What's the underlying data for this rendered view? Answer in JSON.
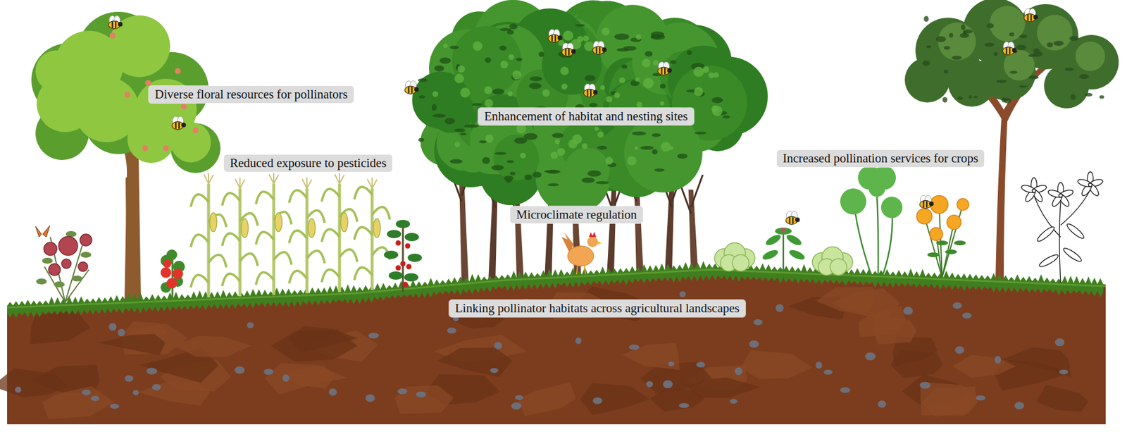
{
  "diagram": {
    "nodes": [
      {
        "text": [
          "Diverse floral resources for pollinators"
        ]
      },
      {
        "text": [
          "Reduced exposure to pesticides"
        ]
      },
      {
        "text": [
          "Enhancement of habitat and nesting sites"
        ]
      },
      {
        "text": [
          "Increased pollination services for crops"
        ]
      },
      {
        "text": [
          "Microclimate regulation"
        ]
      },
      {
        "text": [
          "Linking pollinator habitats across agricultural landscapes"
        ]
      }
    ]
  }
}
